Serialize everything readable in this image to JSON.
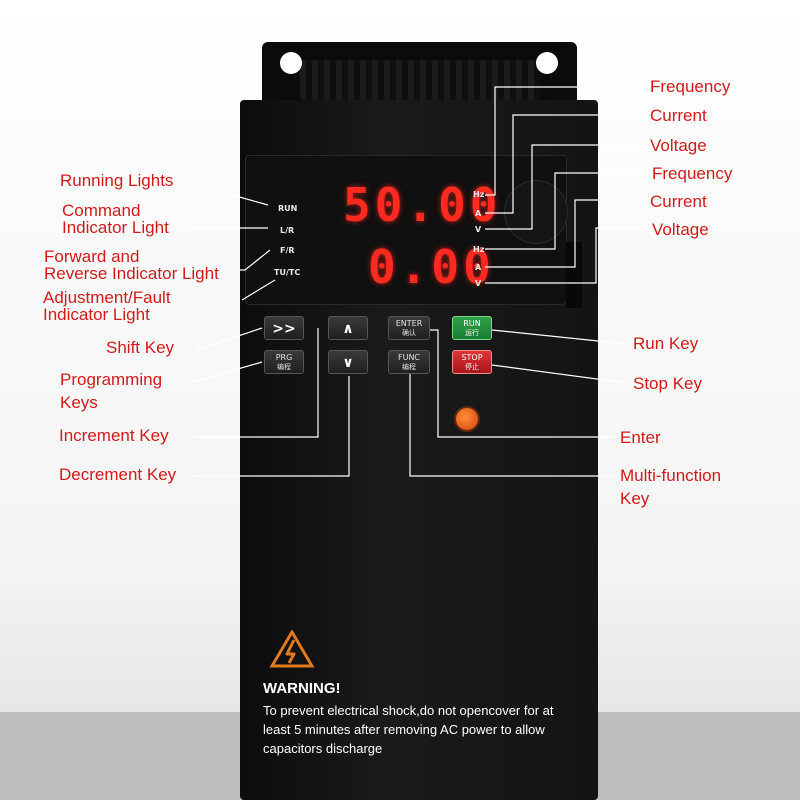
{
  "display": {
    "line1": "50.00",
    "line2": "0.00",
    "indicators": [
      "RUN",
      "L/R",
      "F/R",
      "TU/TC"
    ],
    "units_top": [
      "Hz",
      "A",
      "V"
    ],
    "units_bottom": [
      "Hz",
      "A",
      "V"
    ]
  },
  "keys": {
    "shift": ">>",
    "up": "∧",
    "down": "∨",
    "prg": "PRG",
    "prg_sub": "编程",
    "enter": "ENTER",
    "enter_sub": "确认",
    "func": "FUNC",
    "func_sub": "编程",
    "run": "RUN",
    "run_sub": "运行",
    "stop": "STOP",
    "stop_sub": "停止"
  },
  "labels_left": {
    "running_lights": "Running Lights",
    "command_1": "Command",
    "command_2": "Indicator Light",
    "forward_1": "Forward and",
    "forward_2": "Reverse Indicator Light",
    "adjust_1": "Adjustment/Fault",
    "adjust_2": "Indicator Light",
    "shift_key": "Shift Key",
    "programming_1": "Programming",
    "programming_2": "Keys",
    "increment_key": "Increment Key",
    "decrement_key": "Decrement Key"
  },
  "labels_right": {
    "frequency_1": "Frequency",
    "current_1": "Current",
    "voltage_1": "Voltage",
    "frequency_2": "Frequency",
    "current_2": "Current",
    "voltage_2": "Voltage",
    "run_key": "Run Key",
    "stop_key": "Stop Key",
    "enter": "Enter",
    "multi_1": "Multi-function",
    "multi_2": "Key"
  },
  "warning": {
    "title": "WARNING!",
    "line1": "To prevent electrical shock,do not  opencover for at",
    "line2": "least 5 minutes after removing AC power to allow",
    "line3": "capacitors discharge"
  },
  "colors": {
    "label_red": "#d21a1a",
    "led_red": "#ff2a1f",
    "run_green": "#1a7d33",
    "stop_red": "#a8161b"
  }
}
